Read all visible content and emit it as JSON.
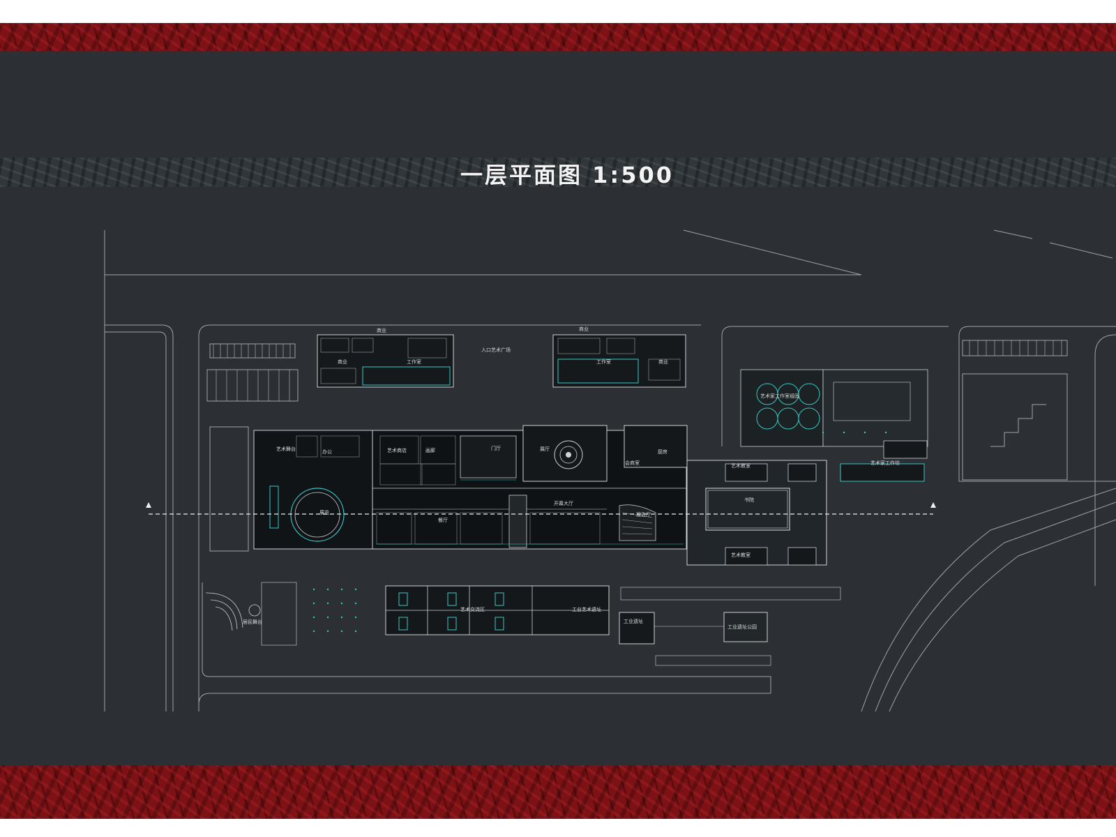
{
  "title": "一层平面图 1:500",
  "plan_labels": {
    "shop_1": "商业",
    "shop_2": "商业",
    "shop_west": "商业",
    "shop_east": "商业",
    "studio_1": "工作室",
    "studio_2": "工作室",
    "entrance_plaza": "入口艺术广场",
    "art_stage": "艺术舞台",
    "office": "办公",
    "art_shop": "艺术商店",
    "gallery": "画廊",
    "exhibition_hall": "展厅",
    "lobby": "门厅",
    "restaurant": "餐厅",
    "kitchen": "厨房",
    "meeting_room": "会商室",
    "exhibition": "展览",
    "opening_hall": "开幕大厅",
    "theater": "报告厅",
    "garden": "书院",
    "artist_studio_complex": "艺术家工作室组团",
    "artist_studio": "艺术家工作坊",
    "art_classroom_1": "艺术教室",
    "art_classroom_2": "艺术教室",
    "art_exchange": "艺术交流区",
    "industrial_relic": "工业艺术遗址",
    "industrial_ruins": "工业遗址",
    "industrial_park": "工业遗址公园",
    "folk_stage": "居民舞台"
  },
  "colors": {
    "board": "#2c3034",
    "band": "#7d1216",
    "line": "#c8cbce",
    "accent": "#37c9c6",
    "title": "#f4f4f4"
  }
}
